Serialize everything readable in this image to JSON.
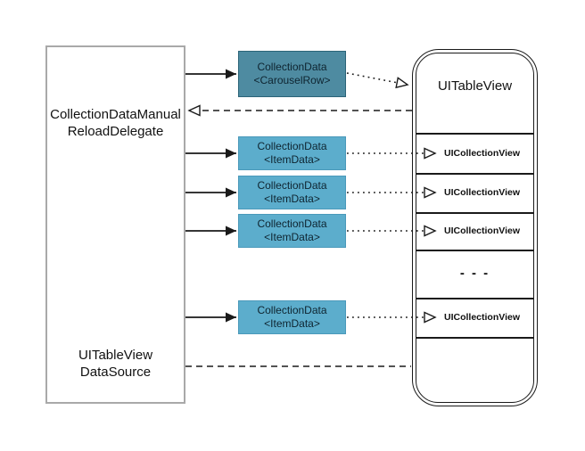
{
  "left_panel": {
    "title_line1": "CollectionDataManual",
    "title_line2": "ReloadDelegate",
    "footer_line1": "UITableView",
    "footer_line2": "DataSource"
  },
  "data_boxes": [
    {
      "line1": "CollectionData",
      "line2": "<CarouselRow>"
    },
    {
      "line1": "CollectionData",
      "line2": "<ItemData>"
    },
    {
      "line1": "CollectionData",
      "line2": "<ItemData>"
    },
    {
      "line1": "CollectionData",
      "line2": "<ItemData>"
    },
    {
      "line1": "CollectionData",
      "line2": "<ItemData>"
    }
  ],
  "phone": {
    "title": "UITableView",
    "rows": [
      {
        "label": "UICollectionView"
      },
      {
        "label": "UICollectionView"
      },
      {
        "label": "UICollectionView"
      },
      {
        "label": "- - -"
      },
      {
        "label": "UICollectionView"
      }
    ]
  },
  "colors": {
    "dark_box_fill": "#4E8BA1",
    "dark_box_border": "#2B6478",
    "light_box_fill": "#5CADCC",
    "light_box_border": "#4A99BA",
    "left_box_border": "#A9A9A9",
    "line_color": "#1A1A1A",
    "text_color": "#111111"
  }
}
